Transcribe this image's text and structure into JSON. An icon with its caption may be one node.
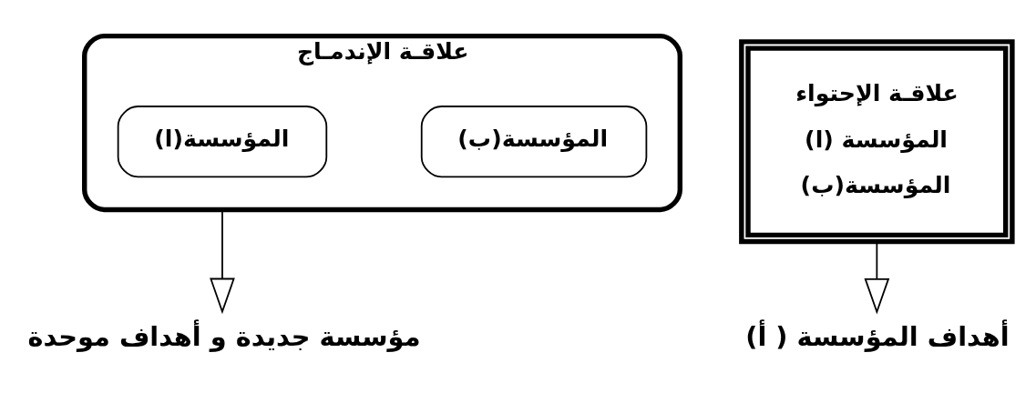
{
  "diagram": {
    "nodes": [
      {
        "text": [
          "علاقـة الإحتواء",
          "المؤسسة (ا)",
          "المؤسسة(ب)"
        ]
      },
      {
        "text": [
          "أهداف المؤسسة ( أ)"
        ]
      },
      {
        "text": [
          "علاقـة الإندمـاج"
        ]
      },
      {
        "text": [
          "المؤسسة(ا)"
        ],
        "in": 2
      },
      {
        "text": [
          "المؤسسة(ب)"
        ],
        "in": 2
      },
      {
        "text": [
          "مؤسسة جديدة و أهداف موحدة"
        ]
      }
    ],
    "edges": [
      {
        "from": 0,
        "to": 1,
        "arrow": "to"
      },
      {
        "from": 2,
        "to": 5,
        "arrow": "to"
      }
    ]
  }
}
